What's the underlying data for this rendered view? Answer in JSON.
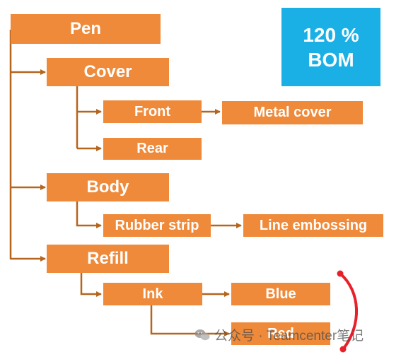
{
  "badge": {
    "line1": "120 %",
    "line2": "BOM"
  },
  "nodes": {
    "pen": "Pen",
    "cover": "Cover",
    "front": "Front",
    "metal_cover": "Metal cover",
    "rear": "Rear",
    "body": "Body",
    "rubber_strip": "Rubber strip",
    "line_embossing": "Line embossing",
    "refill": "Refill",
    "ink": "Ink",
    "blue": "Blue",
    "red": "Red"
  },
  "watermark": {
    "text": "公众号 · Teamcenter笔记"
  },
  "colors": {
    "node": "#ee8a3a",
    "connector": "#b5651d",
    "badge": "#1ab0e6",
    "bracket": "#e8202a"
  }
}
